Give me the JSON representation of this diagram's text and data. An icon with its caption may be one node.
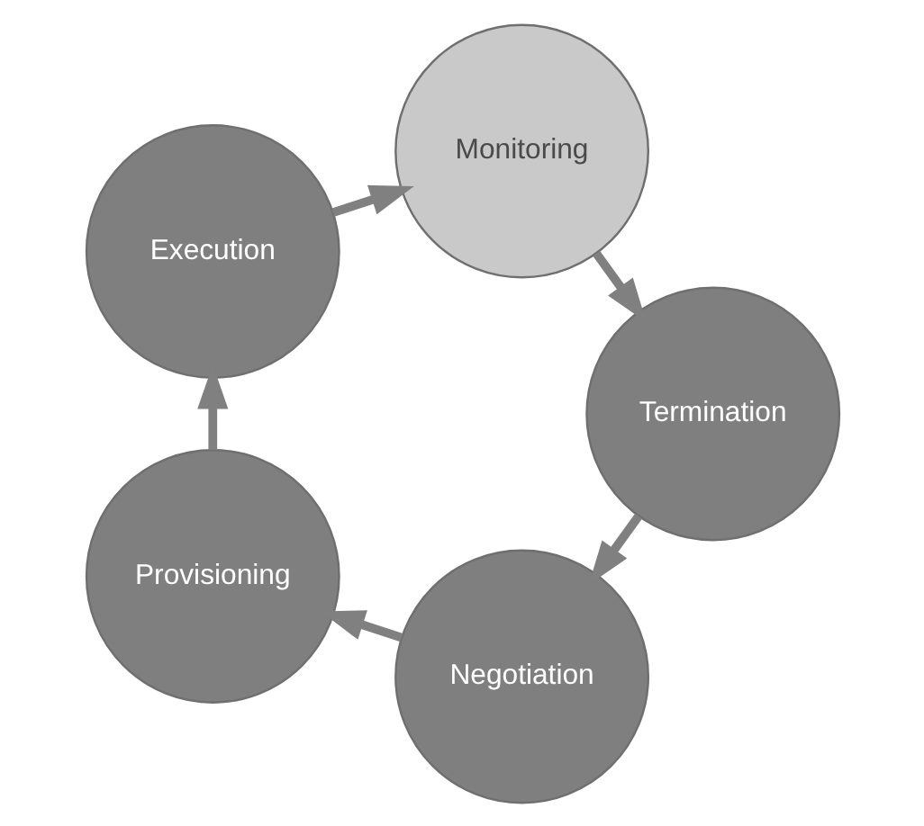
{
  "diagram": {
    "nodes": [
      {
        "text": [
          "Negotiation"
        ]
      },
      {
        "text": [
          "Provisioning"
        ]
      },
      {
        "text": [
          "Execution"
        ]
      },
      {
        "text": [
          "Monitoring"
        ]
      },
      {
        "text": [
          "Termination"
        ]
      }
    ],
    "edges": [
      {
        "from": 0,
        "to": 1,
        "arrow": "to"
      },
      {
        "from": 1,
        "to": 2,
        "arrow": "to"
      },
      {
        "from": 2,
        "to": 3,
        "arrow": "to"
      },
      {
        "from": 3,
        "to": 4,
        "arrow": "to"
      },
      {
        "from": 4,
        "to": 0,
        "arrow": "to"
      }
    ]
  }
}
